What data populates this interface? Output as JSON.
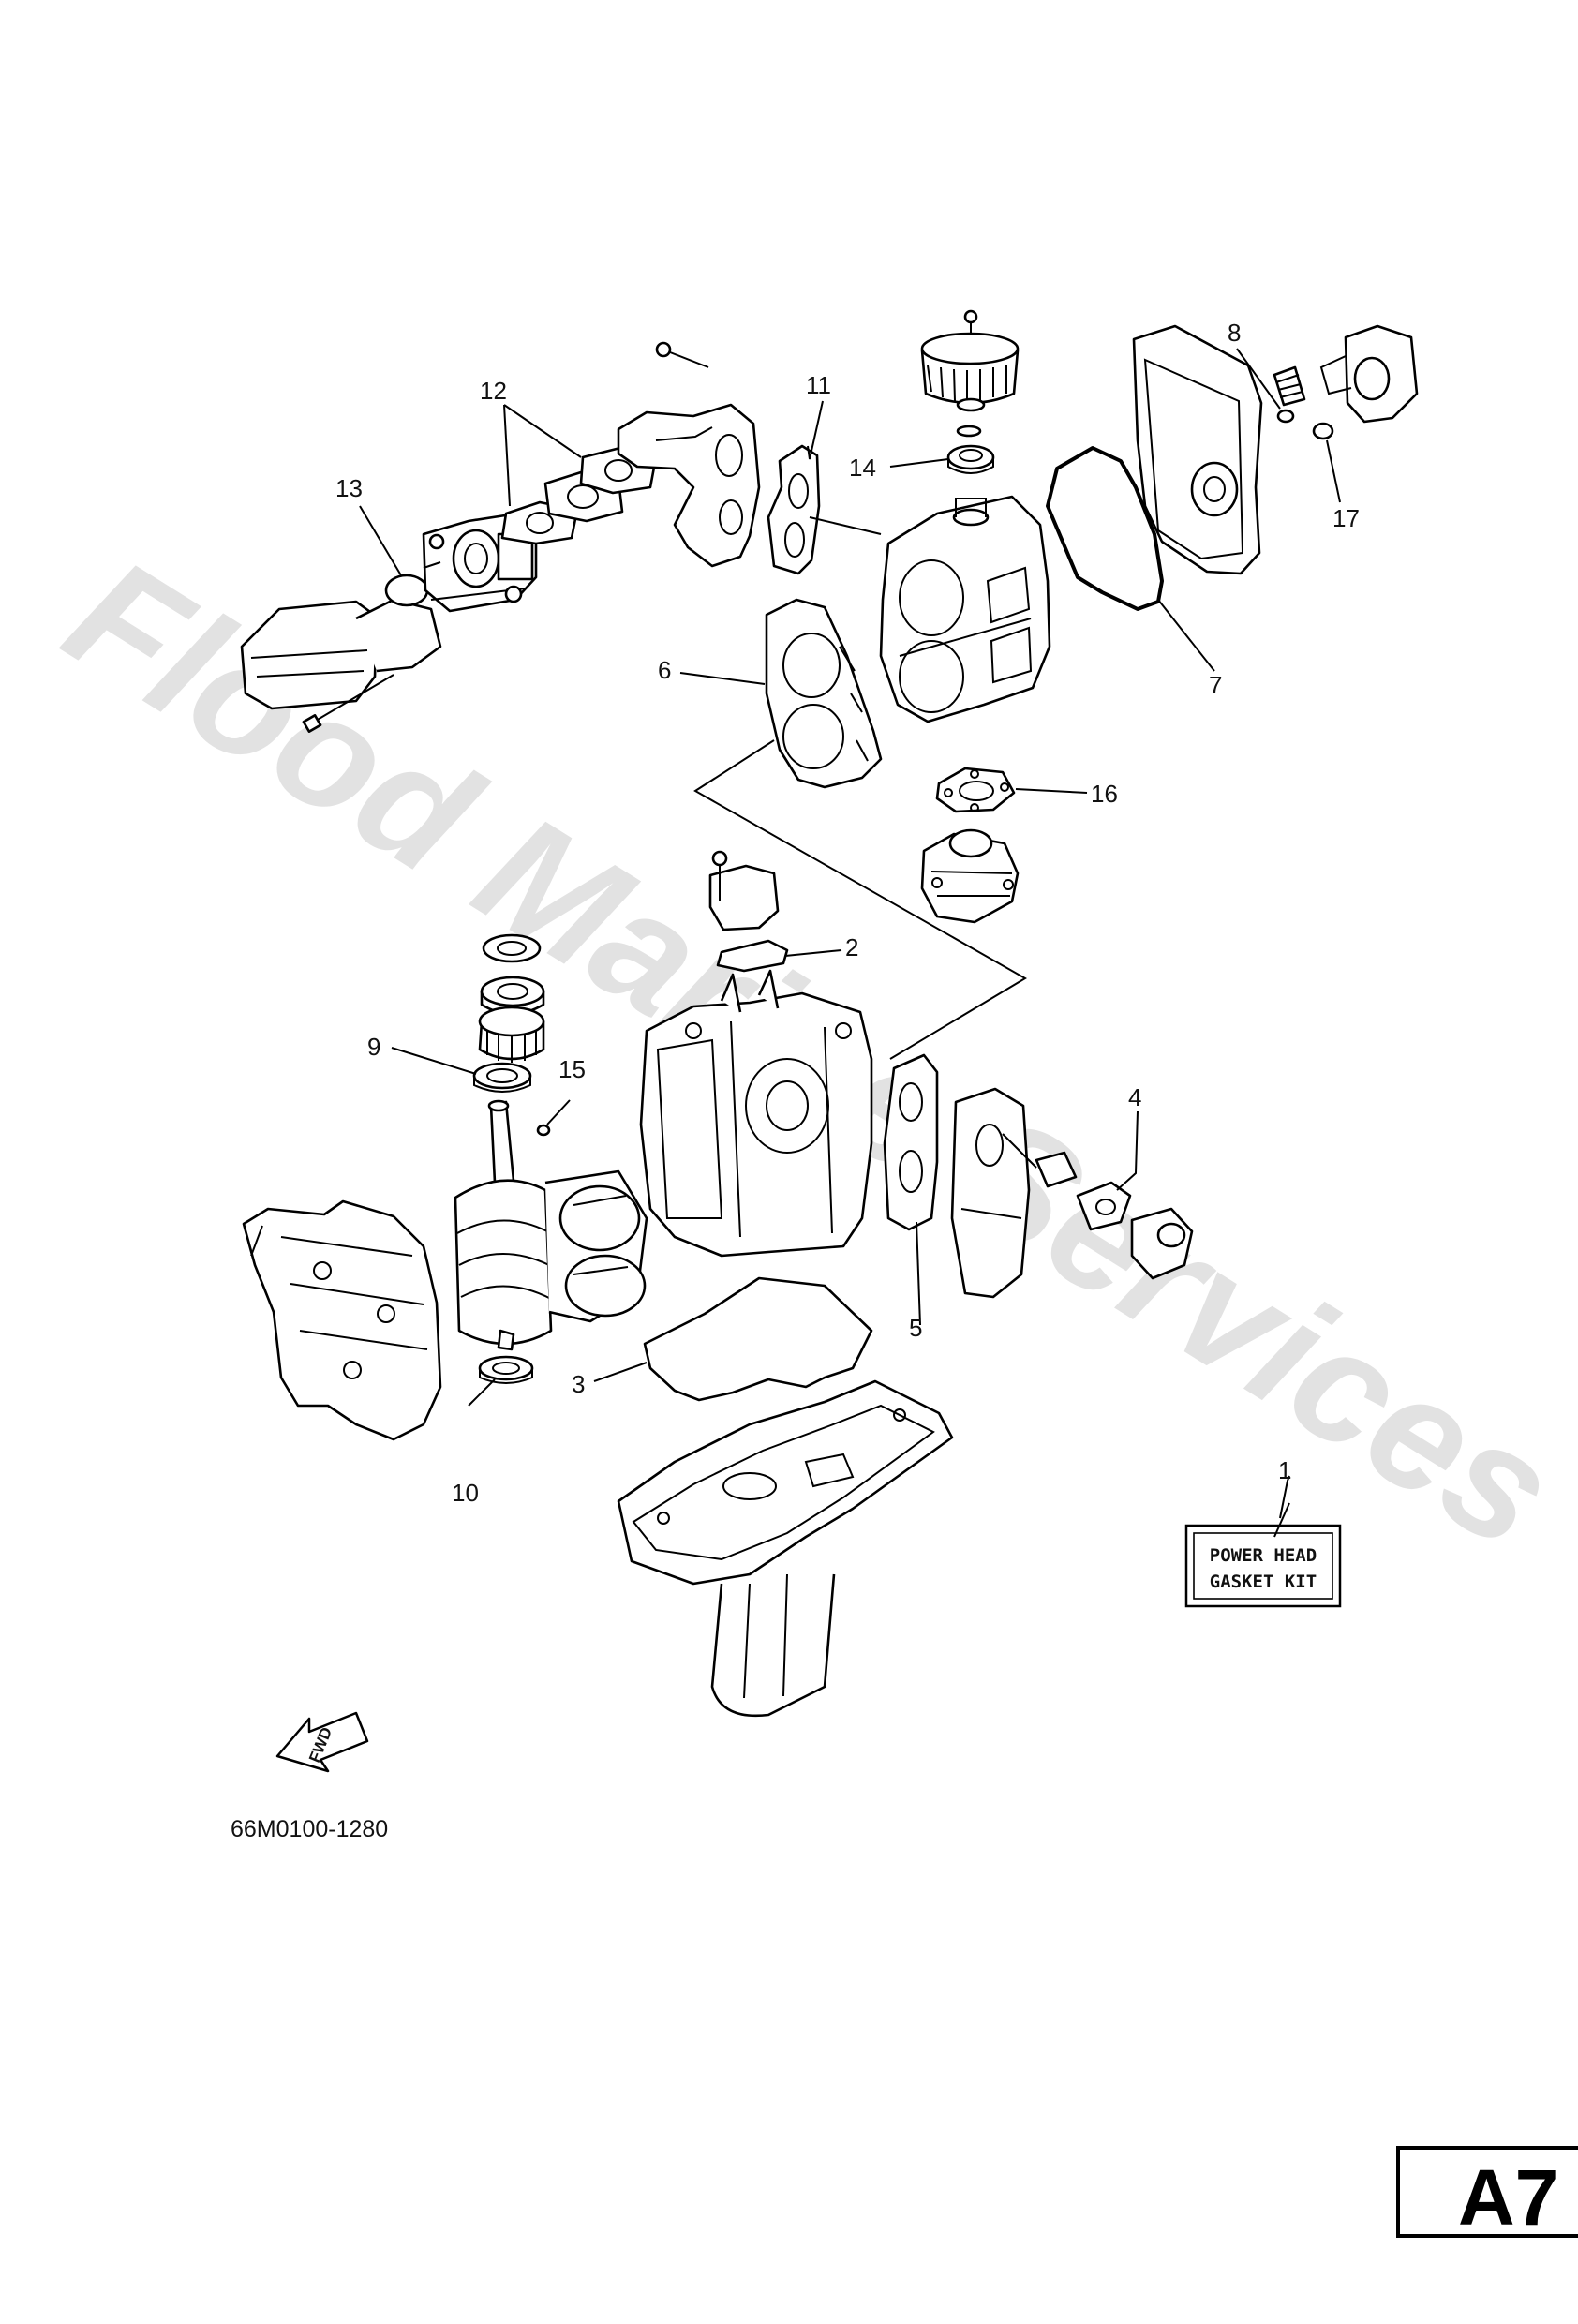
{
  "watermark": "Flood Marine Services",
  "kit_label": {
    "line1": "POWER HEAD",
    "line2": "GASKET KIT"
  },
  "diagram_code": "66M0100-1280",
  "fwd_label": "FWD",
  "page_ref": "A7",
  "callouts": [
    {
      "number": "1",
      "part": "power-head-gasket-kit"
    },
    {
      "number": "2",
      "part": "gasket"
    },
    {
      "number": "3",
      "part": "gasket"
    },
    {
      "number": "4",
      "part": "gasket"
    },
    {
      "number": "5",
      "part": "gasket"
    },
    {
      "number": "6",
      "part": "gasket"
    },
    {
      "number": "7",
      "part": "gasket"
    },
    {
      "number": "8",
      "part": "o-ring"
    },
    {
      "number": "9",
      "part": "oil-seal"
    },
    {
      "number": "10",
      "part": "oil-seal"
    },
    {
      "number": "11",
      "part": "gasket"
    },
    {
      "number": "12",
      "part": "gasket"
    },
    {
      "number": "13",
      "part": "o-ring"
    },
    {
      "number": "14",
      "part": "oil-seal"
    },
    {
      "number": "15",
      "part": "o-ring"
    },
    {
      "number": "16",
      "part": "gasket"
    },
    {
      "number": "17",
      "part": "o-ring"
    }
  ]
}
